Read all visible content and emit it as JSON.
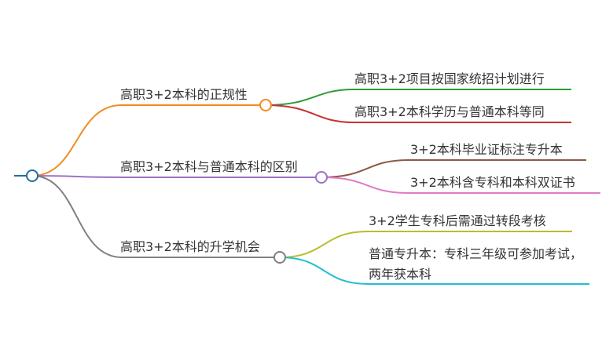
{
  "mindmap": {
    "root": {
      "label": "",
      "color": "#1f6f9f"
    },
    "branches": [
      {
        "label": "高职3+2本科的正规性",
        "color": "#f28c1e",
        "children": [
          {
            "label": "高职3+2项目按国家统招计划进行",
            "color": "#2e9b3a"
          },
          {
            "label": "高职3+2本科学历与普通本科等同",
            "color": "#c8322e"
          }
        ]
      },
      {
        "label": "高职3+2本科与普通本科的区别",
        "color": "#9b72c8",
        "children": [
          {
            "label": "3+2本科毕业证标注专升本",
            "color": "#8b5a45"
          },
          {
            "label": "3+2本科含专科和本科双证书",
            "color": "#e37ac7"
          }
        ]
      },
      {
        "label": "高职3+2本科的升学机会",
        "color": "#808080",
        "children": [
          {
            "label": "3+2学生专科后需通过转段考核",
            "color": "#b9bd2e"
          },
          {
            "label": "普通专升本：专科三年级可参加考试，两年获本科",
            "color": "#22bfd0"
          }
        ]
      }
    ]
  }
}
